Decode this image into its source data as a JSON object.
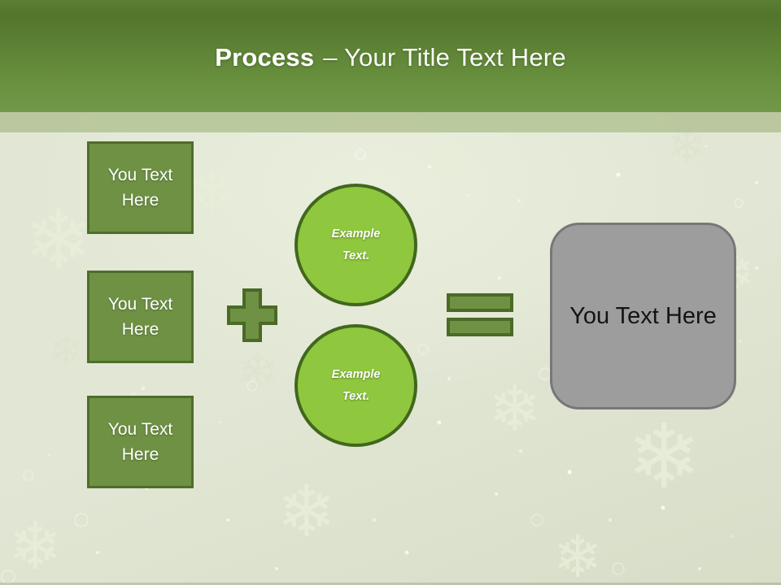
{
  "header": {
    "title_bold": "Process",
    "title_rest": "– Your Title Text Here"
  },
  "left_boxes": [
    {
      "label": "You Text Here"
    },
    {
      "label": "You Text Here"
    },
    {
      "label": "You Text Here"
    }
  ],
  "circles": [
    {
      "label": "Example Text."
    },
    {
      "label": "Example Text."
    }
  ],
  "result_box": {
    "label": "You Text Here"
  },
  "icons": {
    "plus": "plus-sign-shape",
    "equals": "equals-sign-shape",
    "snowflake": "❄"
  },
  "colors": {
    "header-green-top": "#5a7e33",
    "header-green-mid": "#53752c",
    "header-green-bottom": "#71984a",
    "band-green": "#b7c69a",
    "bg-sage": "#e2e7d5",
    "bg-sage-light": "#eaeedd",
    "bg-sage-dark": "#d7ddc7",
    "box-green": "#6e9144",
    "box-border-green": "#4d6e2b",
    "circle-green": "#8fc73e",
    "circle-border-green": "#41671d",
    "operator-green": "#6e9144",
    "operator-border-green": "#4a6a26",
    "result-gray": "#9d9d9d",
    "result-border-gray": "#777777",
    "title-white": "#ffffff",
    "result-text-black": "#141414"
  }
}
